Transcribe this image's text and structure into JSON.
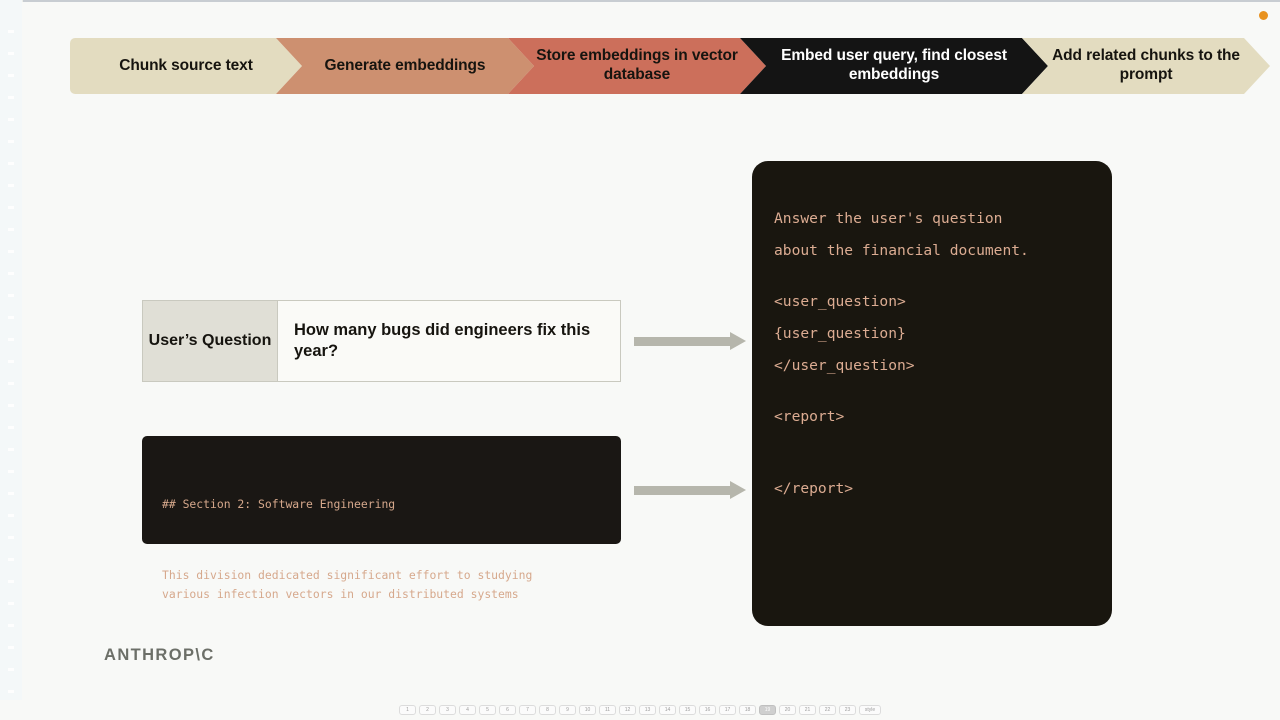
{
  "slide": {
    "background_color": "#f8f9f7",
    "accent_dot_color": "#e8921f"
  },
  "process_bar": {
    "steps": [
      {
        "label": "Chunk source text",
        "color": "#e3dcc0",
        "text_color": "#16140f",
        "state": "inactive"
      },
      {
        "label": "Generate embeddings",
        "color": "#cd9070",
        "text_color": "#16140f",
        "state": "inactive"
      },
      {
        "label": "Store embeddings in vector database",
        "color": "#cc6f5b",
        "text_color": "#16140f",
        "state": "inactive"
      },
      {
        "label": "Embed user query, find closest embeddings",
        "color": "#141414",
        "text_color": "#ffffff",
        "state": "active"
      },
      {
        "label": "Add related chunks to the prompt",
        "color": "#e3dcc0",
        "text_color": "#16140f",
        "state": "inactive"
      }
    ]
  },
  "user_question": {
    "label": "User’s Question",
    "value": "How many bugs did engineers fix this year?"
  },
  "chunk_block": {
    "heading": "## Section 2: Software Engineering",
    "body": "This division dedicated significant effort to studying\nvarious infection vectors in our distributed systems",
    "background_color": "#1a1714",
    "text_color": "#d6a88c"
  },
  "arrows": {
    "question_arrow": "arrow-right",
    "chunk_arrow": "arrow-right",
    "color": "#b6b6ac"
  },
  "prompt_panel": {
    "background_color": "#19160f",
    "text_color": "#dcac92",
    "lines": [
      "Answer the user's question",
      "about the financial document.",
      "",
      "<user_question>",
      "{user_question}",
      "</user_question>",
      "",
      "<report>",
      "",
      "",
      "</report>"
    ]
  },
  "footer": {
    "wordmark": "ANTHROP\\C"
  },
  "slide_nav": {
    "active_index": 18,
    "pills": [
      "1",
      "2",
      "3",
      "4",
      "5",
      "6",
      "7",
      "8",
      "9",
      "10",
      "11",
      "12",
      "13",
      "14",
      "15",
      "16",
      "17",
      "18",
      "19",
      "20",
      "21",
      "22",
      "23",
      "style"
    ]
  }
}
